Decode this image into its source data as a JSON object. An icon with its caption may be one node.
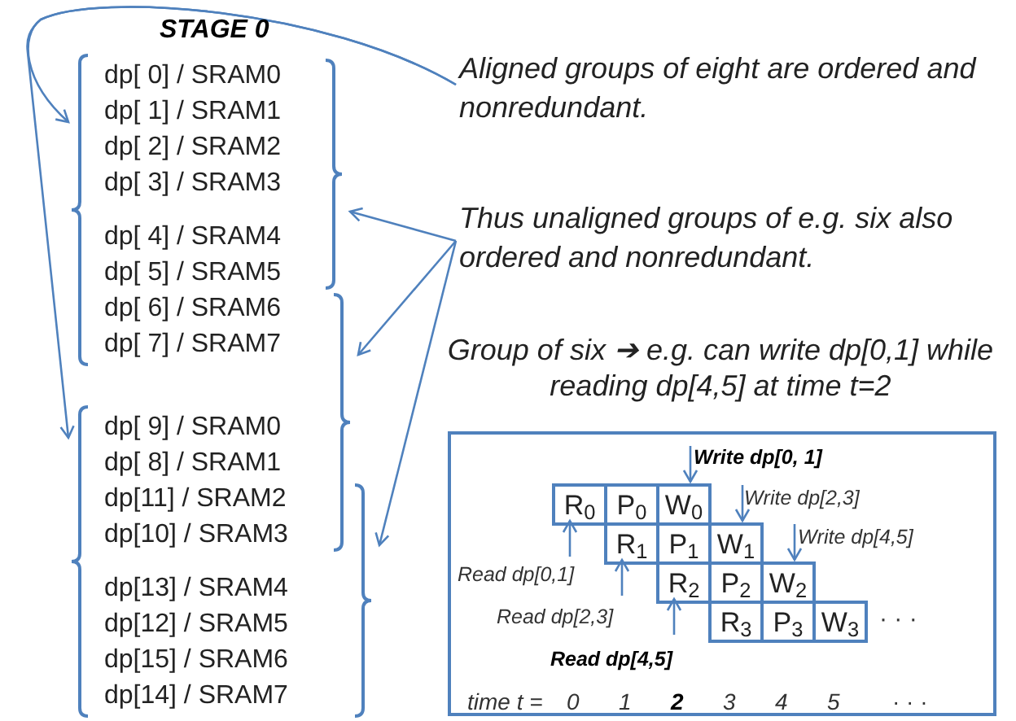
{
  "diagram": {
    "title": "STAGE 0",
    "nodes": [
      {
        "text": [
          "dp[ 0] / SRAM0",
          "dp[ 1] / SRAM1",
          "dp[ 2] / SRAM2",
          "dp[ 3] / SRAM3",
          "dp[ 4] / SRAM4",
          "dp[ 5] / SRAM5",
          "dp[ 6] / SRAM6",
          "dp[ 7] / SRAM7"
        ]
      },
      {
        "text": [
          "dp[ 9] / SRAM0",
          "dp[ 8] / SRAM1",
          "dp[11] / SRAM2",
          "dp[10] / SRAM3",
          "dp[13] / SRAM4",
          "dp[12] / SRAM5",
          "dp[15] / SRAM6",
          "dp[14] / SRAM7"
        ]
      },
      {
        "text": [],
        "shape": "brace"
      },
      {
        "text": [],
        "shape": "brace"
      },
      {
        "text": [],
        "shape": "brace"
      },
      {
        "text": [
          "Aligned groups of eight are ordered and nonredundant."
        ]
      },
      {
        "text": [
          "Thus unaligned groups of e.g. six also ordered and nonredundant."
        ]
      },
      {
        "text": [],
        "shape": "box"
      },
      {
        "text": [
          "R$_{0}$"
        ],
        "in": 7
      },
      {
        "text": [
          "P$_{0}$"
        ],
        "in": 7
      },
      {
        "text": [
          "W$_{0}$"
        ],
        "in": 7
      },
      {
        "text": [
          "R$_{1}$"
        ],
        "in": 7
      },
      {
        "text": [
          "P$_{1}$"
        ],
        "in": 7
      },
      {
        "text": [
          "W$_{1}$"
        ],
        "in": 7
      },
      {
        "text": [
          "R$_{2}$"
        ],
        "in": 7
      },
      {
        "text": [
          "P$_{2}$"
        ],
        "in": 7
      },
      {
        "text": [
          "W$_{2}$"
        ],
        "in": 7
      },
      {
        "text": [
          "R$_{3}$"
        ],
        "in": 7
      },
      {
        "text": [
          "P$_{3}$"
        ],
        "in": 7
      },
      {
        "text": [
          "W$_{3}$"
        ],
        "in": 7
      }
    ],
    "edges": [
      {
        "from": 5,
        "to": 0,
        "arrow": "to"
      },
      {
        "from": 5,
        "to": 1,
        "arrow": "to"
      },
      {
        "from": 6,
        "to": 2,
        "arrow": "to"
      },
      {
        "from": 6,
        "to": 3,
        "arrow": "to"
      },
      {
        "from": 6,
        "to": 4,
        "arrow": "to"
      },
      {
        "from": null,
        "to": 10,
        "arrow": "to",
        "label": "Write dp[0, 1]"
      },
      {
        "from": null,
        "to": 13,
        "arrow": "to",
        "label": "Write dp[2,3]"
      },
      {
        "from": null,
        "to": 16,
        "arrow": "to",
        "label": "Write dp[4,5]"
      },
      {
        "from": null,
        "to": 8,
        "arrow": "to",
        "label": "Read dp[0,1]"
      },
      {
        "from": null,
        "to": 11,
        "arrow": "to",
        "label": "Read dp[2,3]"
      },
      {
        "from": null,
        "to": 14,
        "arrow": "to",
        "label": "Read dp[4,5]"
      }
    ],
    "labels": [
      "Group of six ➔ e.g. can write dp[0,1] while reading dp[4,5] at time t=2",
      "· · ·",
      "time t =",
      "0",
      "1",
      "2",
      "3",
      "4",
      "5",
      "· · ·"
    ]
  }
}
